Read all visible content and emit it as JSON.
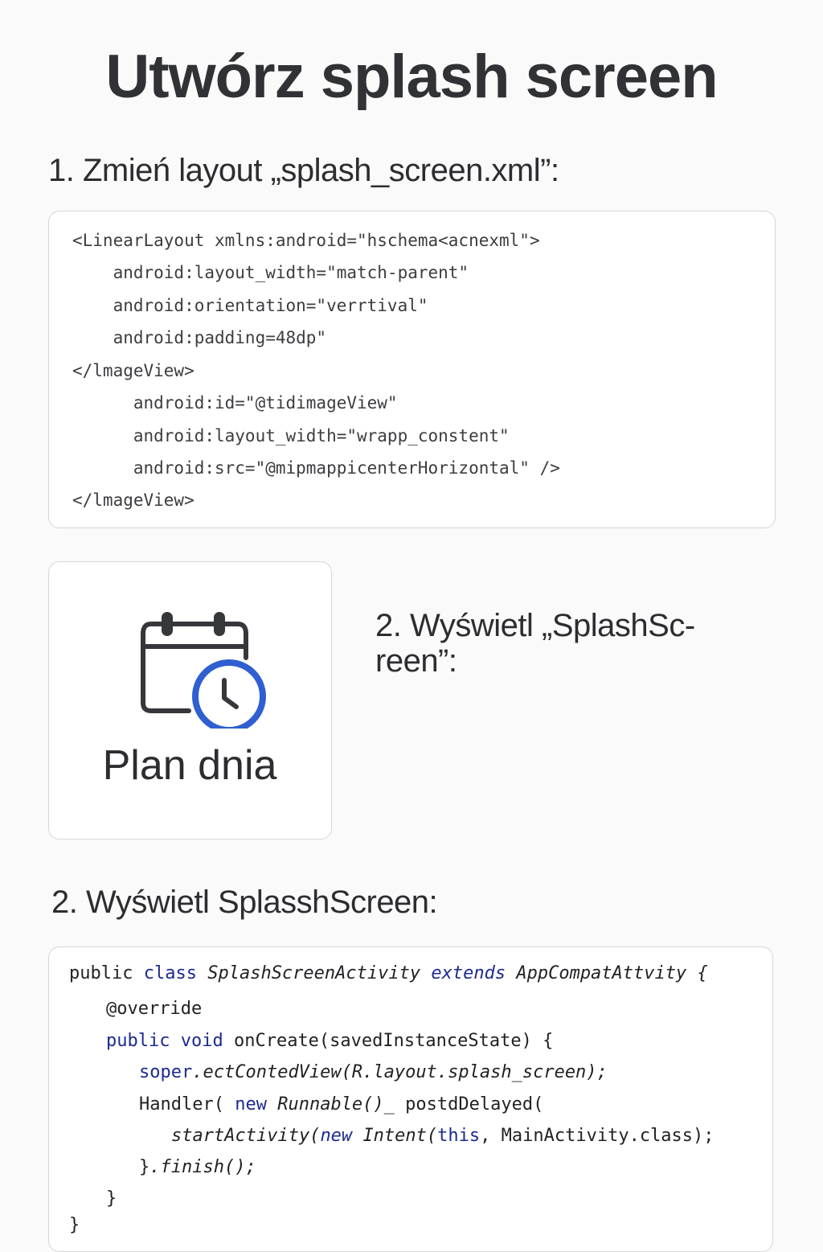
{
  "page": {
    "title": "Utwórz splash screen"
  },
  "step1": {
    "heading": "1. Zmień layout „splash_screen.xml”:",
    "code_lines": [
      "<LinearLayout xmlns:android=\"hschema<acnexml\">",
      "    android:layout_width=\"match-parent\"",
      "    android:orientation=\"verrtival\"",
      "    android:padding=48dp\"",
      "</lmageView>",
      "      android:id=\"@tidimageView\"",
      "      android:layout_width=\"wrapp_constent\"",
      "      android:src=\"@mipmappicenterHorizontal\" />",
      "</lmageView>"
    ]
  },
  "preview": {
    "icon": "calendar-clock-icon",
    "label": "Plan dnia",
    "accent_color": "#2f5fd0"
  },
  "step2_side": {
    "heading_line1": "2. Wyświetl „SplashSc-",
    "heading_line2": "reen”:"
  },
  "step2": {
    "heading": "2. Wyświetl SplasshScreen:",
    "code": {
      "l1": {
        "a": "public",
        "b": "class",
        "c": "SplashScreenActivity",
        "d": "extends",
        "e": "AppCompatAttvity {"
      },
      "l2": {
        "a": "@override"
      },
      "l3": {
        "a": "public",
        "b": "void",
        "c": "onCreate(savedInstanceState) {"
      },
      "l4": {
        "a": "soper",
        "b": ".ectContedView(R.layout.splash_screen);"
      },
      "l5": {
        "a": "Handler( ",
        "b": "new",
        "c": "Runnable()",
        "d": "_ postdDelayed("
      },
      "l6": {
        "a": "startActivity(",
        "b": "new",
        "c": "Intent(",
        "d": "this",
        "e": ", MainActivity.class);"
      },
      "l7": {
        "a": "}",
        "b": ".finish();"
      },
      "l8": {
        "a": "}"
      },
      "l9": {
        "a": "}"
      }
    }
  }
}
